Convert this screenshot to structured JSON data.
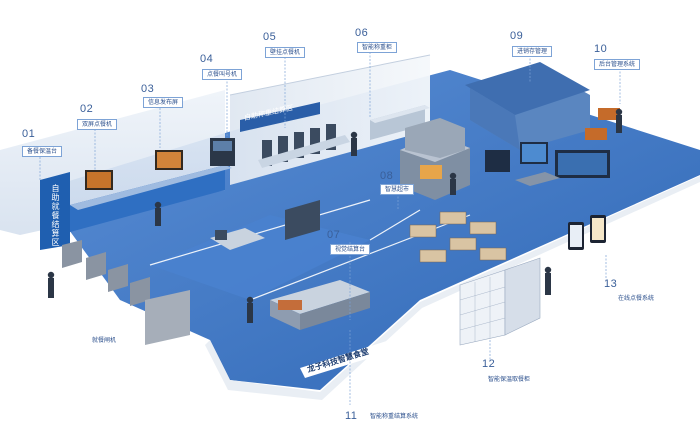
{
  "signs": {
    "entrance": "自助就餐结算区",
    "settlement": "自助称重结算区",
    "floor": "龙子科技智慧食堂"
  },
  "callouts": [
    {
      "num": "01",
      "label": "备餐保温台"
    },
    {
      "num": "02",
      "label": "双屏点餐机"
    },
    {
      "num": "03",
      "label": "信息发布屏"
    },
    {
      "num": "04",
      "label": "点餐叫号机"
    },
    {
      "num": "05",
      "label": "壁挂点餐机"
    },
    {
      "num": "06",
      "label": "智能称重柜"
    },
    {
      "num": "07",
      "label": "视觉结算台"
    },
    {
      "num": "08",
      "label": "智慧超市"
    },
    {
      "num": "09",
      "label": "进销存管理"
    },
    {
      "num": "10",
      "label": "后台管理系统"
    },
    {
      "num": "11",
      "label": "智能称重结算系统"
    },
    {
      "num": "12",
      "label": "智能保温取餐柜"
    },
    {
      "num": "13",
      "label": "在线点餐系统"
    }
  ],
  "gate_label": "就餐闸机",
  "colors": {
    "floor": "#3f78c8",
    "floor_light": "#d7e6f6",
    "wall": "#e9eef4",
    "accent": "#1f5fb0",
    "label_border": "#7da3d6"
  }
}
